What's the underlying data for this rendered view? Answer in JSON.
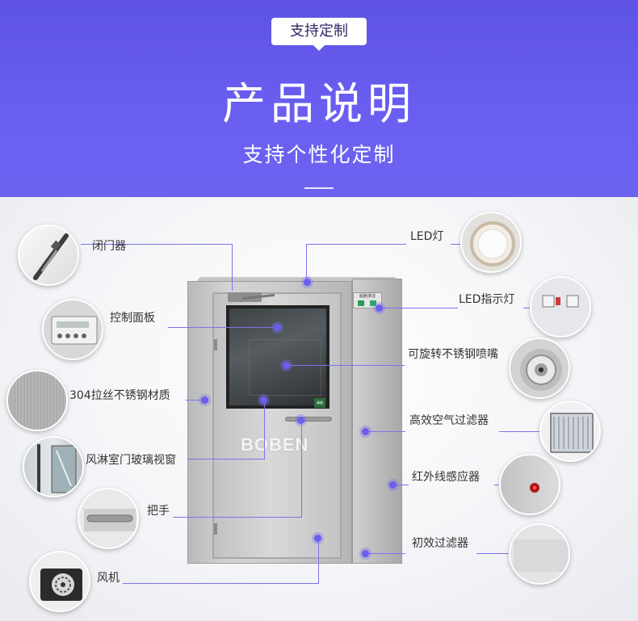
{
  "header": {
    "tag": "支持定制",
    "title": "产品说明",
    "subtitle": "支持个性化定制"
  },
  "product": {
    "brand": "BOBEN",
    "panel_text": "船舱淋浴",
    "door_sign": "緑路"
  },
  "callouts": {
    "left": [
      {
        "label": "闭门器",
        "icon": "door-closer-icon"
      },
      {
        "label": "控制面板",
        "icon": "control-panel-icon"
      },
      {
        "label": "304拉丝不锈钢材质",
        "icon": "brushed-steel-icon"
      },
      {
        "label": "风淋室门玻璃视窗",
        "icon": "glass-window-icon"
      },
      {
        "label": "把手",
        "icon": "handle-icon"
      },
      {
        "label": "风机",
        "icon": "fan-icon"
      }
    ],
    "right": [
      {
        "label": "LED灯",
        "icon": "led-light-icon"
      },
      {
        "label": "LED指示灯",
        "icon": "led-indicator-icon"
      },
      {
        "label": "可旋转不锈钢喷嘴",
        "icon": "nozzle-icon"
      },
      {
        "label": "高效空气过滤器",
        "icon": "hepa-filter-icon"
      },
      {
        "label": "红外线感应器",
        "icon": "infrared-sensor-icon"
      },
      {
        "label": "初效过滤器",
        "icon": "pre-filter-icon"
      }
    ]
  },
  "colors": {
    "header_bg": "#6358ea",
    "accent": "#6b5fea",
    "label": "#333333"
  }
}
